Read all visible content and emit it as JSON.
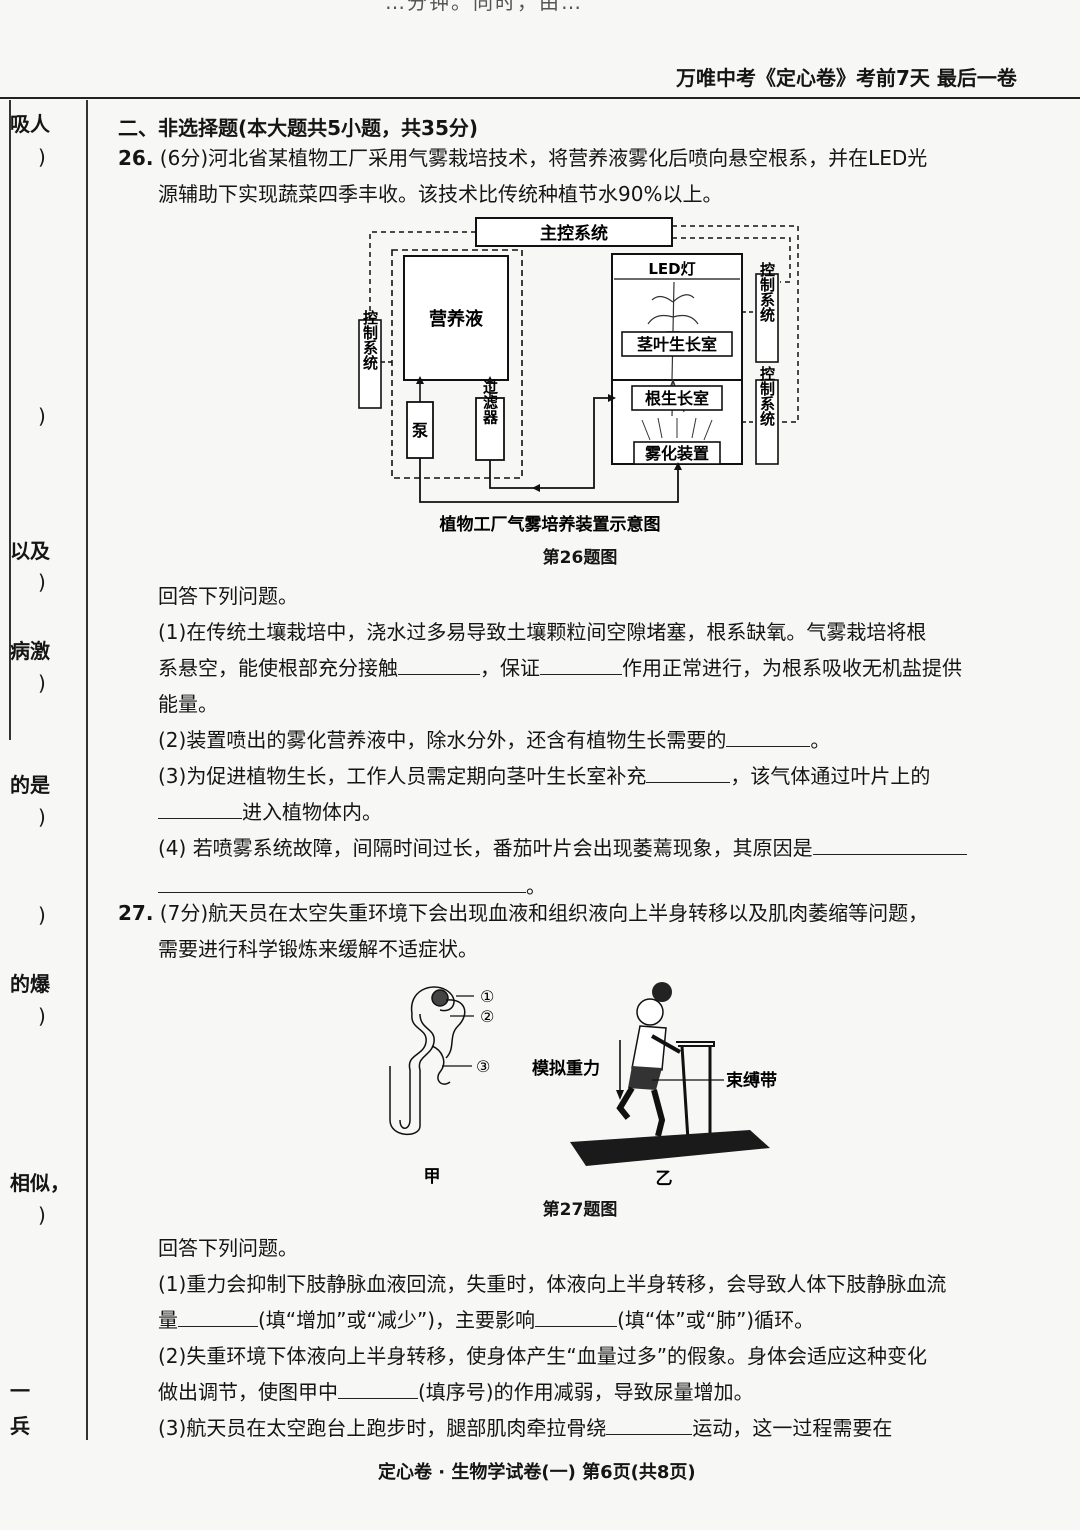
{
  "header": {
    "top_scrap": "…分钟。同时，由…",
    "title": "万唯中考《定心卷》考前7天 最后一卷"
  },
  "margin_fragments": [
    "吸人",
    "以及",
    "病激",
    "的是",
    "的爆",
    "相似，",
    "一",
    "兵"
  ],
  "margin_paren": ")",
  "section": {
    "title": "二、非选择题(本大题共5小题，共35分)"
  },
  "q26": {
    "number": "26.",
    "intro_line1": "(6分)河北省某植物工厂采用气雾栽培技术，将营养液雾化后喷向悬空根系，并在LED光",
    "intro_line2": "源辅助下实现蔬菜四季丰收。该技术比传统种植节水90%以上。",
    "diagram": {
      "main_control": "主控系统",
      "nutrient": "营养液",
      "pump": "泵",
      "filter": "过滤器",
      "led": "LED灯",
      "stem_room": "茎叶生长室",
      "root_room": "根生长室",
      "atomizer": "雾化装置",
      "control_system": "控制系统",
      "caption": "植物工厂气雾培养装置示意图"
    },
    "figure_label": "第26题图",
    "prompt": "回答下列问题。",
    "p1_line1": "(1)在传统土壤栽培中，浇水过多易导致土壤颗粒间空隙堵塞，根系缺氧。气雾栽培将根",
    "p1_line2a": "系悬空，能使根部充分接触",
    "p1_line2b": "，保证",
    "p1_line2c": "作用正常进行，为根系吸收无机盐提供",
    "p1_line3": "能量。",
    "p2_a": "(2)装置喷出的雾化营养液中，除水分外，还含有植物生长需要的",
    "p2_b": "。",
    "p3_a": "(3)为促进植物生长，工作人员需定期向茎叶生长室补充",
    "p3_b": "，该气体通过叶片上的",
    "p3_c": "进入植物体内。",
    "p4_a": "(4) 若喷雾系统故障，间隔时间过长，番茄叶片会出现萎蔫现象，其原因是",
    "p4_b": "。"
  },
  "q27": {
    "number": "27.",
    "intro_line1": "(7分)航天员在太空失重环境下会出现血液和组织液向上半身转移以及肌肉萎缩等问题，",
    "intro_line2": "需要进行科学锻炼来缓解不适症状。",
    "figure": {
      "label1": "①",
      "label2": "②",
      "label3": "③",
      "sim_gravity": "模拟重力",
      "strap": "束缚带",
      "jia": "甲",
      "yi": "乙"
    },
    "figure_label": "第27题图",
    "prompt": "回答下列问题。",
    "p1_line1": "(1)重力会抑制下肢静脉血液回流，失重时，体液向上半身转移，会导致人体下肢静脉血流",
    "p1_line2a": "量",
    "p1_line2b": "(填“增加”或“减少”)，主要影响",
    "p1_line2c": "(填“体”或“肺”)循环。",
    "p2_line1": "(2)失重环境下体液向上半身转移，使身体产生“血量过多”的假象。身体会适应这种变化",
    "p2_line2a": "做出调节，使图甲中",
    "p2_line2b": "(填序号)的作用减弱，导致尿量增加。",
    "p3_a": "(3)航天员在太空跑台上跑步时，腿部肌肉牵拉骨绕",
    "p3_b": "运动，这一过程需要在"
  },
  "footer": {
    "text": "定心卷 · 生物学试卷(一)   第6页(共8页)"
  }
}
